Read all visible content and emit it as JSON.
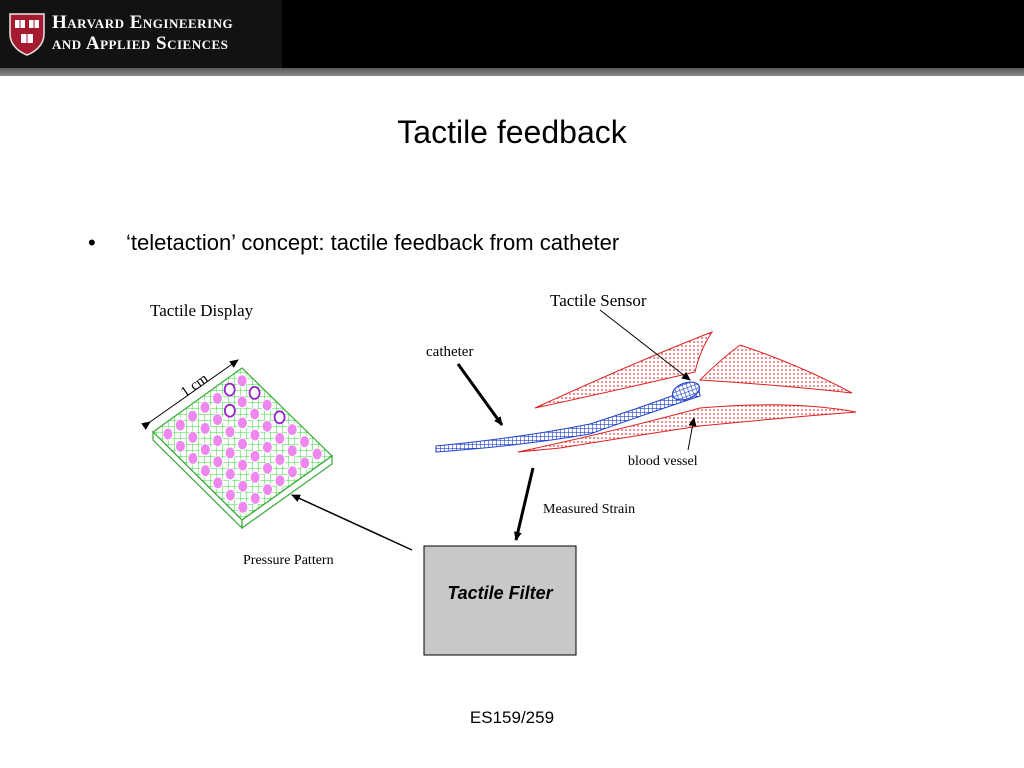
{
  "header": {
    "brand_line1": "Harvard Engineering",
    "brand_line2": "and Applied Sciences",
    "logo_icon": "veritas-shield-icon",
    "colors": {
      "bar": "#000000",
      "shield": "#a51c30",
      "rule": "#7a7a7a"
    }
  },
  "slide": {
    "title": "Tactile feedback",
    "bullet": "‘teletaction’ concept:  tactile feedback from catheter"
  },
  "diagram": {
    "tactile_display_label": "Tactile Display",
    "dimension_label": "1 cm",
    "tactile_sensor_label": "Tactile Sensor",
    "catheter_label": "catheter",
    "blood_vessel_label": "blood vessel",
    "measured_strain_label": "Measured Strain",
    "pressure_pattern_label": "Pressure Pattern",
    "tactile_filter_label": "Tactile Filter",
    "colors": {
      "grid": "#33dd33",
      "pin": "#ee88ee",
      "active_pin": "#9922cc",
      "catheter": "#2244cc",
      "vessel": "#dd2222",
      "filter_box": "#c8c8c8"
    }
  },
  "footer": {
    "course": "ES159/259"
  }
}
